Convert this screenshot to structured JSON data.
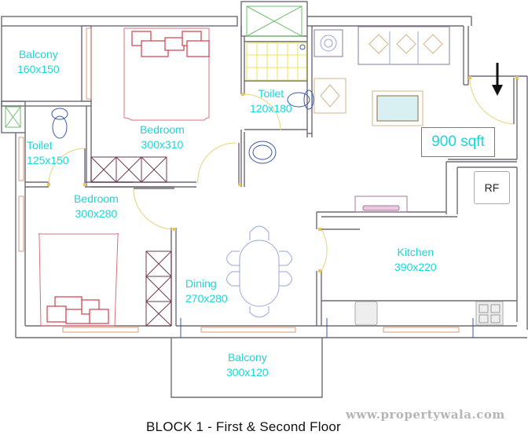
{
  "plan": {
    "title": "BLOCK 1 -  First & Second Floor",
    "watermark": "www.propertywala.com",
    "area_badge": "900 sqft",
    "appliance_rf": "RF",
    "rooms": [
      {
        "id": "balcony-top",
        "name": "Balcony",
        "size": "160x150"
      },
      {
        "id": "bedroom-master",
        "name": "Bedroom",
        "size": "300x310"
      },
      {
        "id": "toilet-center",
        "name": "Toilet",
        "size": "120x180"
      },
      {
        "id": "toilet-left",
        "name": "Toilet",
        "size": "125x150"
      },
      {
        "id": "bedroom-second",
        "name": "Bedroom",
        "size": "300x280"
      },
      {
        "id": "dining",
        "name": "Dining",
        "size": "270x280"
      },
      {
        "id": "kitchen",
        "name": "Kitchen",
        "size": "390x220"
      },
      {
        "id": "balcony-bottom",
        "name": "Balcony",
        "size": "300x120"
      }
    ],
    "icons": {
      "entry": "arrow-down-entry",
      "colors": {
        "label": "#1ad6d6",
        "wall": "#6f6a75",
        "door": "#e8d27a",
        "bed": "#cc2a3a",
        "furniture": "#9aa6d6"
      }
    }
  }
}
